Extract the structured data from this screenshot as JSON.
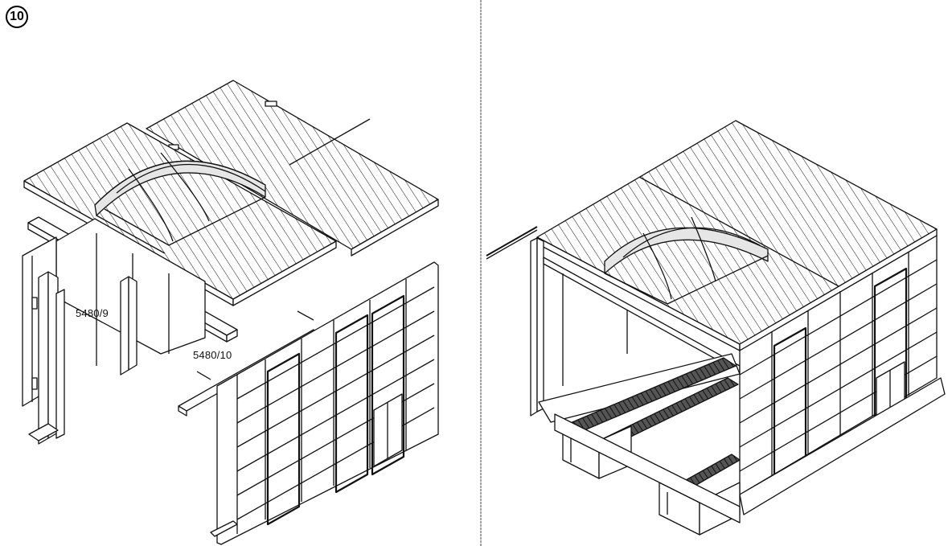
{
  "step": {
    "number": "10"
  },
  "left_panel": {
    "callouts": [
      {
        "id": "part-a",
        "text": "5480/9"
      },
      {
        "id": "part-b",
        "text": "5480/10"
      }
    ]
  },
  "right_panel": {},
  "colors": {
    "line": "#111111",
    "paper": "#ffffff",
    "glass": "#d9d9d9",
    "track": "#2a2a2a"
  }
}
